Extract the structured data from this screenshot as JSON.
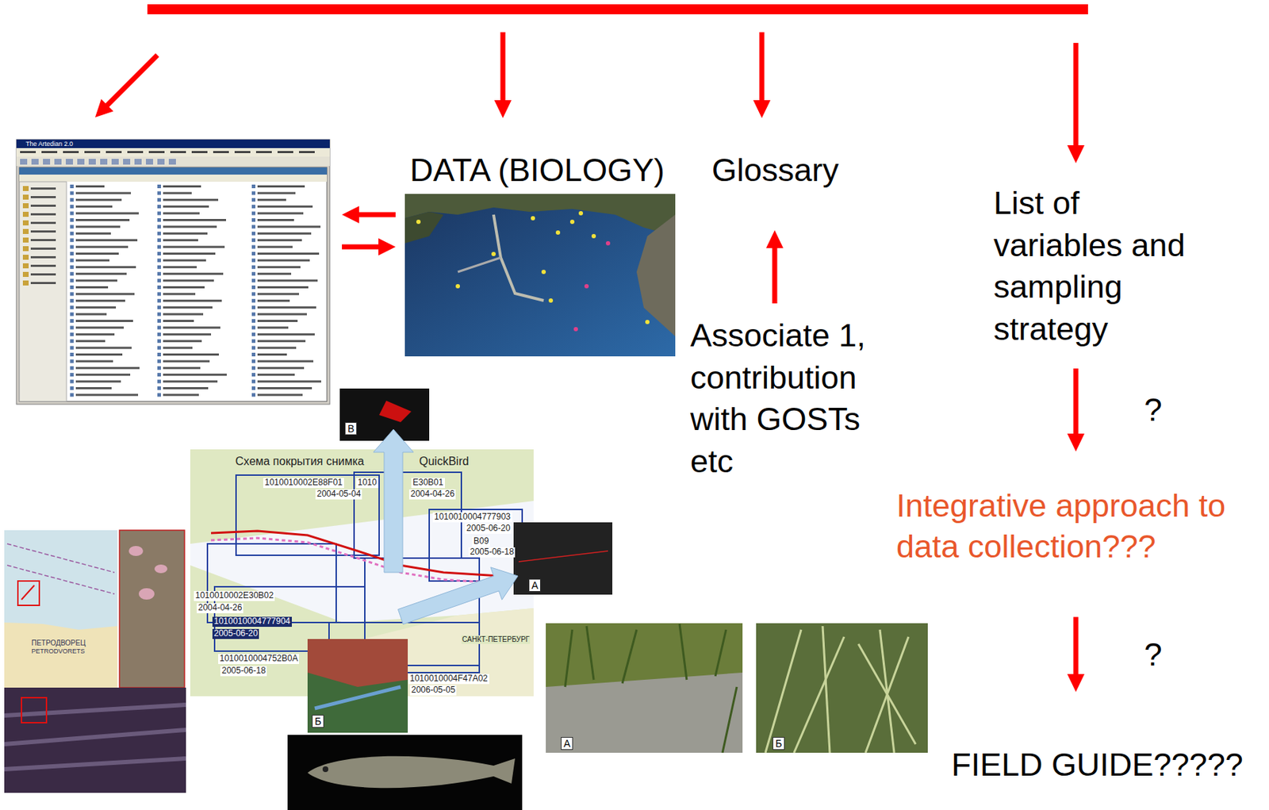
{
  "diagram": {
    "nodes": [
      {
        "text": [
          "DATA (BIOLOGY)"
        ]
      },
      {
        "text": [
          "Glossary"
        ]
      },
      {
        "text": [
          "List of variables and sampling strategy"
        ]
      },
      {
        "text": [
          "Associate 1, contribution with GOSTs etc"
        ]
      },
      {
        "text": [
          "Integrative approach to data collection???"
        ]
      },
      {
        "text": [
          "FIELD GUIDE?????"
        ]
      }
    ],
    "edges": [
      {
        "from": 3,
        "to": 1,
        "arrow": "to"
      },
      {
        "from": 2,
        "to": 4,
        "arrow": "to",
        "label": "?"
      },
      {
        "from": 4,
        "to": 5,
        "arrow": "to",
        "label": "?"
      }
    ],
    "labels": [
      "The Artedian 2.0",
      "Схема покрытия снимка",
      "QuickBird",
      "1010010002E88F01",
      "2004-05-04",
      "1010",
      "E30B01",
      "2004-04-26",
      "1010010004777903",
      "2005-06-20",
      "B09",
      "2005-06-18",
      "1010010002E30B02",
      "2004-04-26",
      "1010010004777904",
      "2005-06-20",
      "1010010004752B0A",
      "2005-06-18",
      "1010010004F47A02",
      "2006-05-05",
      "САНКТ-ПЕТЕРБУРГ",
      "B",
      "A",
      "Б",
      "A",
      "Б",
      "ПЕТРОДВОРЕЦ",
      "PETRODVORETS"
    ]
  }
}
